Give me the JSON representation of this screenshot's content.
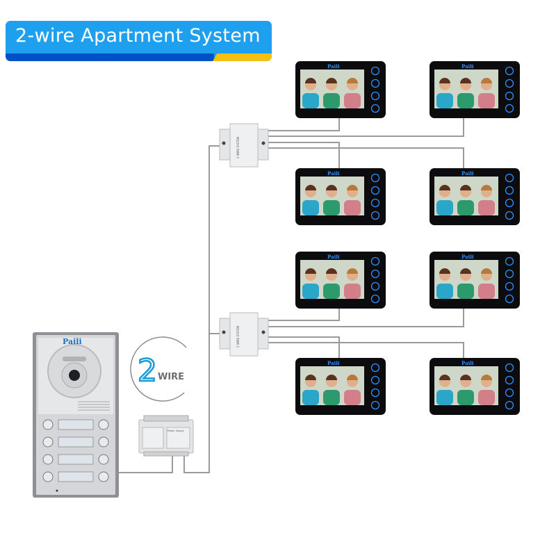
{
  "title": "2-wire Apartment System",
  "brand": "Paili",
  "logo": {
    "number": "2",
    "word": "WIRE"
  },
  "distributor_label": "2 WIRE SYSTEM",
  "power_supply_label": "Power Supply",
  "colors": {
    "banner": "#1ea0ef",
    "banner_stripe": "#0050c8",
    "banner_accent": "#f5c014",
    "wire": "#9a9a9a",
    "monitor_button": "#2f8fff"
  },
  "monitors": [
    {
      "id": "monitor-1"
    },
    {
      "id": "monitor-2"
    },
    {
      "id": "monitor-3"
    },
    {
      "id": "monitor-4"
    },
    {
      "id": "monitor-5"
    },
    {
      "id": "monitor-6"
    },
    {
      "id": "monitor-7"
    },
    {
      "id": "monitor-8"
    }
  ]
}
